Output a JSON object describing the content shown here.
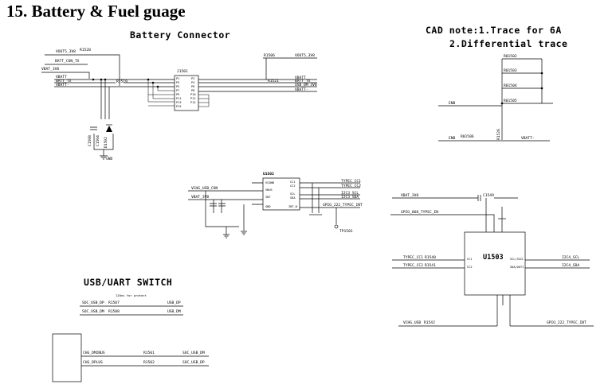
{
  "page_title": "15. Battery & Fuel guage",
  "headings": {
    "battery_connector": "Battery Connector",
    "cad_note_1": "CAD note:1.Trace for 6A",
    "cad_note_2": "2.Differential trace",
    "usb_uart_switch": "USB/UART SWITCH"
  },
  "connector": {
    "ref": "J1501",
    "left_nets": [
      "VOUT5_3V8",
      "BATT_CON_TX",
      "VBAT_3V8",
      "VBATT",
      "BATT_TX",
      "VBATT-"
    ],
    "right_nets": [
      "VOUT5_3V8",
      "VBATT",
      "BATT_TX",
      "USB_BM_3V0",
      "VBATT-"
    ],
    "resistors": [
      "R1520",
      "R1519",
      "R1506",
      "R1521"
    ],
    "diode": "D1502",
    "caps": [
      "C1508",
      "C1504"
    ],
    "ground": "GND",
    "pins_left": [
      "P1",
      "P3",
      "P5",
      "P7",
      "P9",
      "P11",
      "P13",
      "P15"
    ],
    "pins_right": [
      "P2",
      "P4",
      "P6",
      "P8",
      "P10",
      "P12",
      "P14"
    ]
  },
  "sense": {
    "resistors": [
      "R01502",
      "R01503",
      "R01504",
      "R01505"
    ],
    "net_left": "ENB",
    "net_bottom": "ENB",
    "bottom_res": "R01506",
    "mid_res": "R1526",
    "net_out": "VBATT-"
  },
  "u1502": {
    "ref": "U1502",
    "nets_left": [
      "VCHG_USB_CON",
      "VBAT_3V8"
    ],
    "nets_right": [
      "TYPEC_CC1",
      "TYPEC_CC2",
      "I2C3_SCL",
      "I2C3_SDA",
      "GPIO_222_TYPEC_INT"
    ],
    "test_point": "TP1501",
    "pins_left": [
      "VCONN",
      "VBUS",
      "INT",
      "GND"
    ],
    "pins_right": [
      "CC1",
      "CC2",
      "SCL",
      "SDA",
      "INT_N"
    ]
  },
  "u1503": {
    "ref": "U1503",
    "nets_top": [
      "VBAT_3V8",
      "GPIO_068_TYPEC_EN"
    ],
    "cap": "C1549",
    "nets_left": [
      "TYPEC_CC1",
      "TYPEC_CC2"
    ],
    "res_left": [
      "R1540",
      "R1541"
    ],
    "nets_right": [
      "I2C4_SCL",
      "I2C4_SDA"
    ],
    "pins_in": [
      "CC1",
      "CC2",
      "SCL/SSCL",
      "SDA/OUT1"
    ],
    "net_bottom_left": "VCHG_USB",
    "res_bottom": "R1542",
    "net_bottom_right": "GPIO_222_TYPEC_INT"
  },
  "usb_switch": {
    "note": "120ns for protect",
    "rows": [
      {
        "left": "SOC_USB_DP",
        "res": "R1507",
        "right": "USB_DP"
      },
      {
        "left": "SOC_USB_DM",
        "res": "R1508",
        "right": "USB_DM"
      },
      {
        "left": "CHG_DMINUS",
        "res": "R1501",
        "right": "SOC_USB_DM"
      },
      {
        "left": "CHG_DPLUS",
        "res": "R1502",
        "right": "SOC_USB_DP"
      }
    ]
  }
}
